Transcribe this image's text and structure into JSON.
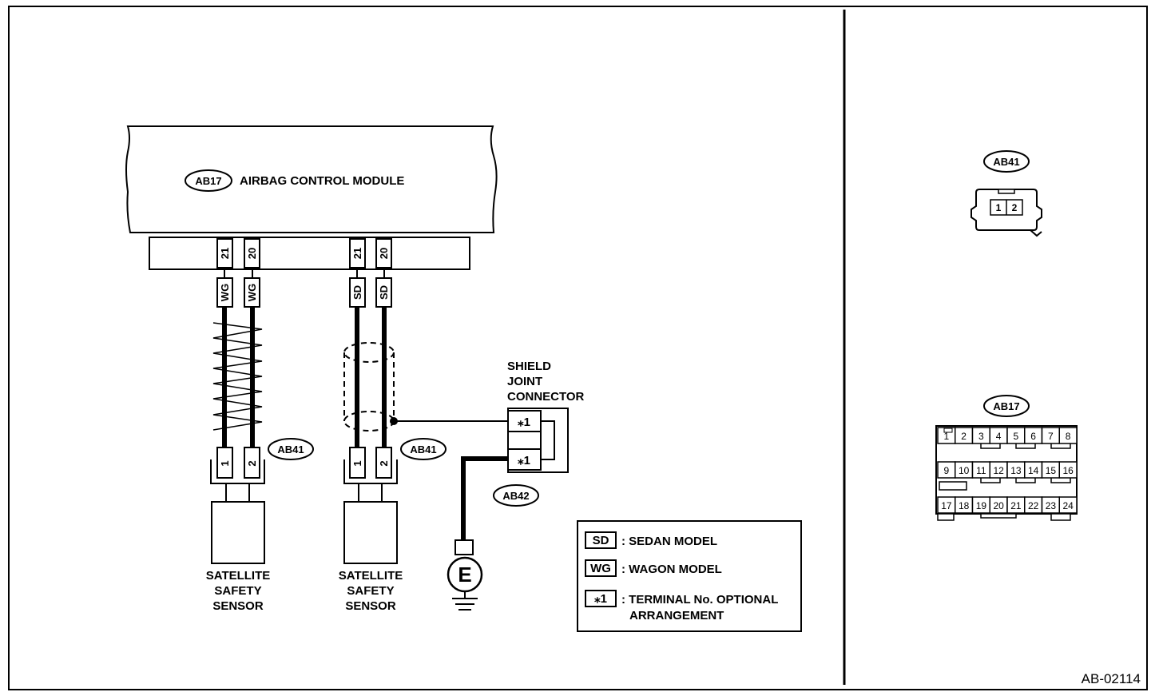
{
  "module": {
    "connector_tag": "AB17",
    "name": "AIRBAG CONTROL MODULE"
  },
  "harness_left": {
    "pins": [
      "21",
      "20"
    ],
    "wire_codes": [
      "WG",
      "WG"
    ]
  },
  "harness_right": {
    "pins": [
      "21",
      "20"
    ],
    "wire_codes": [
      "SD",
      "SD"
    ]
  },
  "sensor_left": {
    "connector_tag": "AB41",
    "pins": [
      "1",
      "2"
    ],
    "label_lines": [
      "SATELLITE",
      "SAFETY",
      "SENSOR"
    ]
  },
  "sensor_right": {
    "connector_tag": "AB41",
    "pins": [
      "1",
      "2"
    ],
    "label_lines": [
      "SATELLITE",
      "SAFETY",
      "SENSOR"
    ]
  },
  "shield_joint": {
    "label_lines": [
      "SHIELD",
      "JOINT",
      "CONNECTOR"
    ],
    "pins": [
      "⁎1",
      "⁎1"
    ],
    "connector_tag": "AB42"
  },
  "ground": {
    "symbol": "E"
  },
  "legend": [
    {
      "code": "SD",
      "text": ": SEDAN MODEL"
    },
    {
      "code": "WG",
      "text": ": WAGON MODEL"
    },
    {
      "code": "⁎1",
      "text": ": TERMINAL No. OPTIONAL",
      "text2": "ARRANGEMENT"
    }
  ],
  "connector_views": {
    "ab41": {
      "tag": "AB41",
      "pins": [
        "1",
        "2"
      ]
    },
    "ab17": {
      "tag": "AB17",
      "rows": [
        [
          "1",
          "2",
          "3",
          "4",
          "5",
          "6",
          "7",
          "8"
        ],
        [
          "9",
          "10",
          "11",
          "12",
          "13",
          "14",
          "15",
          "16"
        ],
        [
          "17",
          "18",
          "19",
          "20",
          "21",
          "22",
          "23",
          "24"
        ]
      ]
    }
  },
  "figure_id": "AB-02114"
}
